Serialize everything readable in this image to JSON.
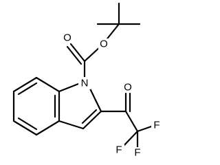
{
  "structure": {
    "atoms": {
      "N1": "N",
      "O_ester": "O",
      "O_carbonyl": "O",
      "O_ketone": "O",
      "F1": "F",
      "F2": "F",
      "F3": "F"
    }
  }
}
